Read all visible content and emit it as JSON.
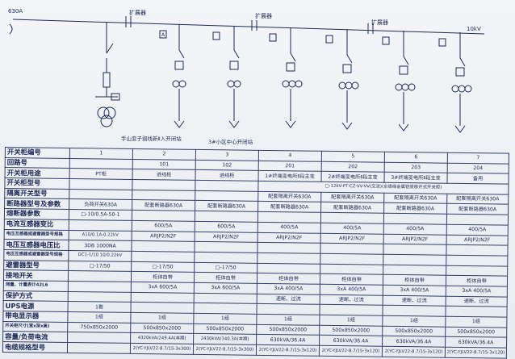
{
  "diagram": {
    "bus_labels": [
      "630A",
      "扩展器",
      "扩展器",
      "扩展器",
      "10kV"
    ],
    "ammeter_letter": "A",
    "captions": [
      "手山变子弱线新Ⅱ入开闭站",
      "3#小区中心开闭站"
    ]
  },
  "schedule": {
    "rows": [
      {
        "label": "开关柜编号",
        "cells": [
          "1",
          "2",
          "3",
          "4",
          "5",
          "6",
          "7"
        ]
      },
      {
        "label": "回路号",
        "cells": [
          "",
          "101",
          "102",
          "201",
          "202",
          "203",
          "204"
        ]
      },
      {
        "label": "开关柜用途",
        "cells": [
          "PT柜",
          "进线柜",
          "进线柜",
          "1#终端变电所Ⅱ段主变",
          "2#终端变电所Ⅱ段主变",
          "3#终端变电所Ⅱ段主变",
          "备用"
        ]
      },
      {
        "label": "开关柜型号",
        "cells": [
          "",
          "",
          "",
          "□-12kV-PT-CZ-VV-VV(交流)(全绝缘金属铠装移开式开关柜)",
          "",
          "",
          ""
        ]
      },
      {
        "label": "隔离开关型号",
        "cells": [
          "",
          "",
          "",
          "配套隔离开关630A",
          "配套隔离开关630A",
          "配套隔离开关630A",
          "配套隔离开关630A"
        ]
      },
      {
        "label": "断路器型号及参数",
        "cells": [
          "负荷开关630A",
          "配套断路器630A",
          "配套断路器630A",
          "配套断路器630A",
          "配套断路器630A",
          "配套断路器630A",
          "配套断路器630A"
        ]
      },
      {
        "label": "熔断器参数",
        "cells": [
          "□-10/0.5A-50-1",
          "",
          "",
          "",
          "",
          "",
          ""
        ]
      },
      {
        "label": "电流互感器变比",
        "cells": [
          "",
          "600/5A",
          "600/5A",
          "400/5A",
          "400/5A",
          "400/5A",
          "400/5A"
        ]
      },
      {
        "label": "电压互感器或避雷器型号规格",
        "cells": [
          "A10/0.1A-0.22kV",
          "ARJP2/N2F",
          "ARJP2/N2F",
          "ARJP2/N2F",
          "ARJP2/N2F",
          "ARJP2/N2F",
          "ARJP2/N2F"
        ]
      },
      {
        "label": "电压互感器电压比",
        "cells": [
          "3DB   1000NA",
          "",
          "",
          "",
          "",
          "",
          ""
        ]
      },
      {
        "label": "电压互感器或避雷器型号规格",
        "cells": [
          "DC1-1/10 10/0.22kV",
          "",
          "",
          "",
          "",
          "",
          ""
        ]
      },
      {
        "label": "避雷器型号",
        "cells": [
          "□-17/50",
          "□-17/50",
          "□-17/50",
          "",
          "",
          "",
          ""
        ]
      },
      {
        "label": "接地开关",
        "cells": [
          "",
          "柜体自带",
          "柜体自带",
          "柜体自带",
          "柜体自带",
          "柜体自带",
          "柜体自带"
        ]
      },
      {
        "label": "测量、计量表计42L6",
        "cells": [
          "",
          "3xA  600/5A",
          "3xA  600/5A",
          "3xA  400/5A",
          "3xA  400/5A",
          "3xA  400/5A",
          "3xA  400/5A"
        ]
      },
      {
        "label": "保护方式",
        "cells": [
          "",
          "",
          "",
          "速断、过流",
          "速断、过流",
          "速断、过流",
          "速断、过流"
        ]
      },
      {
        "label": "UPS电源",
        "cells": [
          "1套",
          "",
          "",
          "",
          "",
          "",
          ""
        ]
      },
      {
        "label": "带电显示器",
        "cells": [
          "1组",
          "1组",
          "1组",
          "1组",
          "1组",
          "1组",
          "1组"
        ]
      },
      {
        "label": "开关柜尺寸(宽x深x高)",
        "cells": [
          "750x850x2000",
          "500x850x2000",
          "500x850x2000",
          "500x850x2000",
          "500x850x2000",
          "500x850x2000",
          "500x850x2000"
        ]
      },
      {
        "label": "容量/负荷电流",
        "cells": [
          "",
          "4320kVA/249.4A(本期)",
          "2430kVA/140.3A(本期)",
          "630kVA/36.4A",
          "630kVA/36.4A",
          "630kVA/36.4A",
          "630kVA/36.4A"
        ]
      },
      {
        "label": "电缆规格型号",
        "cells": [
          "",
          "2(YC-YJLV22-8.7/15-3x300)",
          "2(YC-YJLV22-8.7/15-3x300)",
          "2(YC-YJLV22-8.7/15-3x120)",
          "2(YC-YJLV22-8.7/15-3x120)",
          "2(YC-YJLV22-8.7/15-3x120)",
          "2(YC-YJLV22-8.7/15-3x120)"
        ]
      }
    ]
  }
}
